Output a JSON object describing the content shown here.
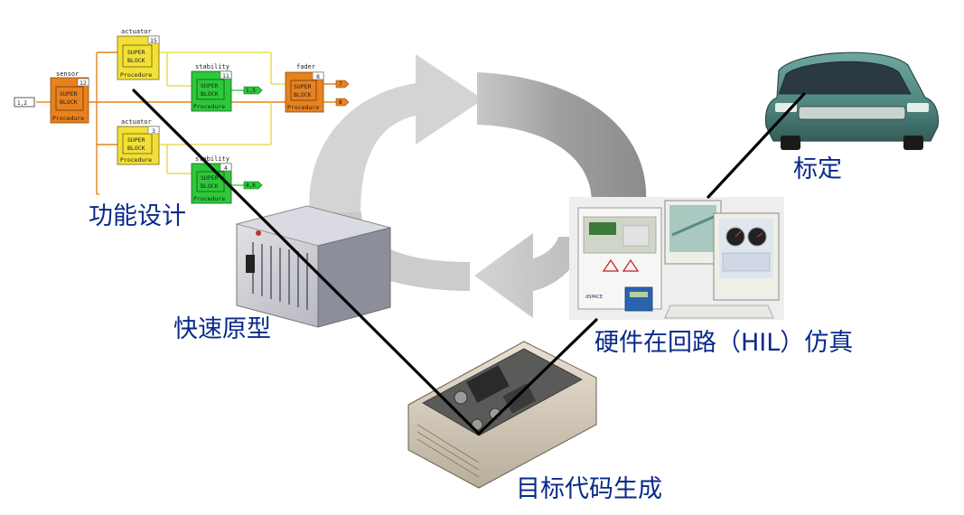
{
  "stages": {
    "function_design": "功能设计",
    "rapid_prototyping": "快速原型",
    "hil_simulation": "硬件在回路（HIL）仿真",
    "calibration": "标定",
    "code_generation": "目标代码生成"
  },
  "simulink": {
    "sensor": {
      "title": "sensor",
      "line1": "SUPER",
      "line2": "BLOCK",
      "footer": "Procedure",
      "num": "12"
    },
    "actuator_top": {
      "title": "actuator",
      "line1": "SUPER",
      "line2": "BLOCK",
      "footer": "Procedure",
      "num": "15"
    },
    "actuator_bottom": {
      "title": "actuator",
      "line1": "SUPER",
      "line2": "BLOCK",
      "footer": "Procedure",
      "num": "3"
    },
    "stability_top": {
      "title": "stability",
      "line1": "SUPER",
      "line2": "BLOCK",
      "footer": "Procedure",
      "num": "11"
    },
    "stability_bottom": {
      "title": "stability",
      "line1": "SUPER",
      "line2": "BLOCK",
      "footer": "Procedure",
      "num": "4"
    },
    "fader": {
      "title": "fader",
      "line1": "SUPER",
      "line2": "BLOCK",
      "footer": "Procedure",
      "num": "8"
    },
    "input_port": "1,2",
    "output_ports": [
      "1,5",
      "4,6",
      "7",
      "8"
    ]
  },
  "colors": {
    "label": "#0a2a8a",
    "orange_block": "#e8821e",
    "yellow_block": "#f2e038",
    "green_block": "#2ec83a",
    "arrow_gray": "#a8a8a8"
  }
}
